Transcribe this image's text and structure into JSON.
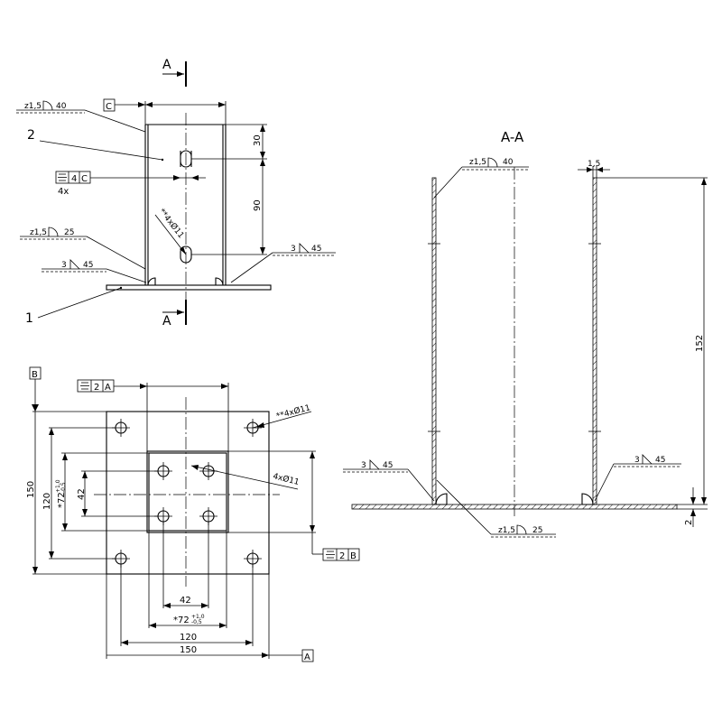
{
  "section": {
    "marker": "A",
    "title": "A-A"
  },
  "datums": {
    "a": "A",
    "b": "B",
    "c": "C"
  },
  "items": {
    "base_plate": "1",
    "tube": "2"
  },
  "front_view": {
    "weld_top": {
      "prefix": "z1,5",
      "value": "40"
    },
    "weld_mid": {
      "prefix": "z1,5",
      "value": "25"
    },
    "weld_left": {
      "size": "3",
      "value": "45"
    },
    "weld_right": {
      "size": "3",
      "value": "45"
    },
    "sym_tol": {
      "value": "4",
      "datum": "C",
      "count": "4x"
    },
    "holes": "**4xØ11",
    "dim_top": "30",
    "dim_spacing": "90"
  },
  "plan_view": {
    "sym_tol_top": {
      "value": "2",
      "datum": "A"
    },
    "sym_tol_right": {
      "value": "2",
      "datum": "B"
    },
    "outer_holes": "**4xØ11",
    "inner_holes": "4xØ11",
    "dim_150_h": "150",
    "dim_120_h": "120",
    "dim_72_h": "*72",
    "dim_72_tol_upper": "+1,0",
    "dim_72_tol_lower": "-0,5",
    "dim_42_h": "42",
    "dim_150_v": "150",
    "dim_120_v": "120",
    "dim_72_v": "*72",
    "dim_72v_tol_upper": "+1,0",
    "dim_72v_tol_lower": "-0,5",
    "dim_42_v": "42"
  },
  "section_view": {
    "weld_top": {
      "prefix": "z1,5",
      "value": "40"
    },
    "weld_bottom": {
      "prefix": "z1,5",
      "value": "25"
    },
    "weld_left": {
      "size": "3",
      "value": "45"
    },
    "weld_right": {
      "size": "3",
      "value": "45"
    },
    "wall": "1,5",
    "height": "152",
    "plate": "2"
  }
}
